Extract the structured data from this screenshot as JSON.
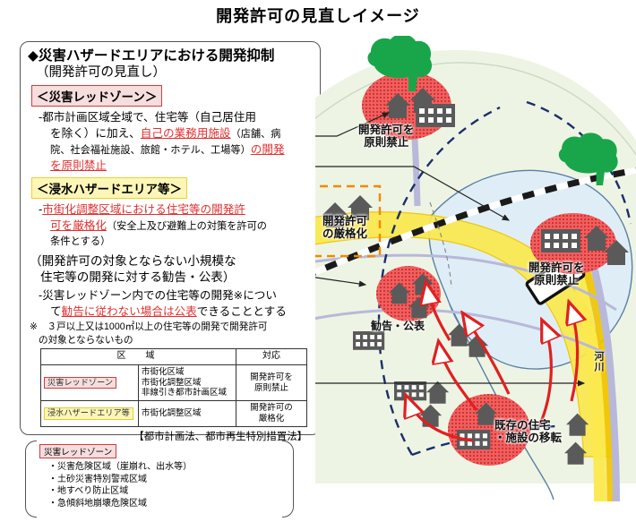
{
  "title": "開発許可の見直しイメージ",
  "panel": {
    "heading1": "◆災害ハザードエリアにおける開発抑制",
    "heading2": "（開発許可の見直し）",
    "red_zone_tag": "＜災害レッドゾーン＞",
    "red_zone_body_1": "-都市計画区域全域で、住宅等（自己居住用",
    "red_zone_body_2a": "を除く）に加え、",
    "red_zone_body_2b": "自己の業務用施設",
    "red_zone_body_2c": "（店舗、病",
    "red_zone_body_3a": "院、社会福祉施設、旅館・ホテル、工場等）",
    "red_zone_body_3b": "の開発",
    "red_zone_body_4": "を原則禁止",
    "flood_zone_tag": "＜浸水ハザードエリア等＞",
    "flood_body_1a": "-",
    "flood_body_1b": "市街化調整区域における住宅等の開発許",
    "flood_body_2a": "可を厳格化",
    "flood_body_2b": "（安全上及び避難上の対策を許可の",
    "flood_body_3": "条件とする）",
    "advice_head_1": "（開発許可の対象とならない小規模な",
    "advice_head_2": "住宅等の開発に対する勧告・公表）",
    "advice_body_1": "-災害レッドゾーン内での住宅等の開発※につい",
    "advice_body_2a": "て",
    "advice_body_2b": "勧告に従わない場合は公表",
    "advice_body_2c": "できることとする",
    "note_1": "※　３戸以上又は1000㎡以上の住宅等の開発で開発許可",
    "note_2": "の対象とならないもの",
    "law_line": "【都市計画法、都市再生特別措置法】"
  },
  "table": {
    "headers": [
      "区　域",
      "対応"
    ],
    "rows": [
      {
        "zone_tag": "災害レッドゾーン",
        "zone_tag_style": "red",
        "areas": [
          "市街化区域",
          "市街化調整区域",
          "非線引き都市計画区域"
        ],
        "response": [
          "開発許可を",
          "原則禁止"
        ]
      },
      {
        "zone_tag": "浸水ハザードエリア等",
        "zone_tag_style": "yellow",
        "areas": [
          "市街化調整区域"
        ],
        "response": [
          "開発許可の",
          "厳格化"
        ]
      }
    ]
  },
  "legend": {
    "tag": "災害レッドゾーン",
    "items": [
      "・災害危険区域（崖崩れ、出水等）",
      "・土砂災害特別警戒区域",
      "・地すべり防止区域",
      "・急傾斜地崩壊危険区域"
    ]
  },
  "map": {
    "labels": [
      {
        "id": "ban-upper-left",
        "line1": "開発許可を",
        "line2": "原則禁止"
      },
      {
        "id": "ban-upper-right",
        "line1": "開発許可を",
        "line2": "原則禁止"
      },
      {
        "id": "strict",
        "line1": "開発許可",
        "line2": "の厳格化"
      },
      {
        "id": "advice",
        "line1": "勧告・公表",
        "line2": ""
      },
      {
        "id": "relocate",
        "line1": "既存の住宅",
        "line2": "・施設の移転"
      }
    ],
    "river_label": "河川"
  },
  "colors": {
    "red_zone_fill": "#ee5555",
    "flood_yellow": "#fbe94d",
    "green_land": "#eaf2dd",
    "water_blue": "#dcecf4",
    "tree_green": "#19a64a",
    "building_gray": "#5a5a5a",
    "accent_red": "#e03030",
    "orange_dash": "#f08a00",
    "road_purple": "#b8b8da",
    "road_yellow": "#f5c518"
  }
}
